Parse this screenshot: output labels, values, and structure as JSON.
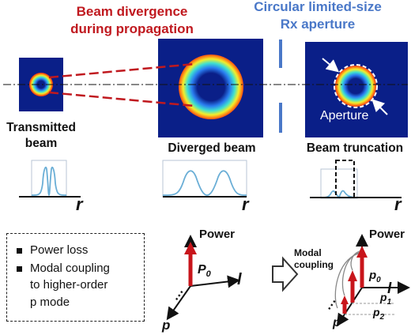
{
  "titles": {
    "divergence": [
      "Beam divergence",
      "during propagation"
    ],
    "aperture": [
      "Circular limited-size",
      "Rx aperture"
    ]
  },
  "captions": {
    "transmitted": [
      "Transmitted",
      "beam"
    ],
    "diverged": "Diverged beam",
    "truncation": "Beam truncation",
    "aperture_label": "Aperture"
  },
  "profile_axis_label": "r",
  "effects": {
    "items": [
      "Power loss",
      "Modal coupling",
      "to higher-order",
      "p mode"
    ]
  },
  "mode_axes": {
    "power": "Power",
    "l": "l",
    "p": "p",
    "p0": "P",
    "p0_sub": "0",
    "coupling": [
      "Modal",
      "coupling"
    ],
    "p0_right": "p",
    "p0_right_sub": "0",
    "p1": "p",
    "p1_sub": "1",
    "p2": "p",
    "p2_sub": "2"
  },
  "colors": {
    "title_red": "#c0191f",
    "title_blue": "#4a78c8",
    "beam_background": "#0a1f88",
    "power_arrow": "#c8151b",
    "profile_curve": "#6aaed6"
  },
  "icons": {
    "next_step": "hollow-right-arrow-icon",
    "ellipsis": "ellipsis-icon"
  }
}
